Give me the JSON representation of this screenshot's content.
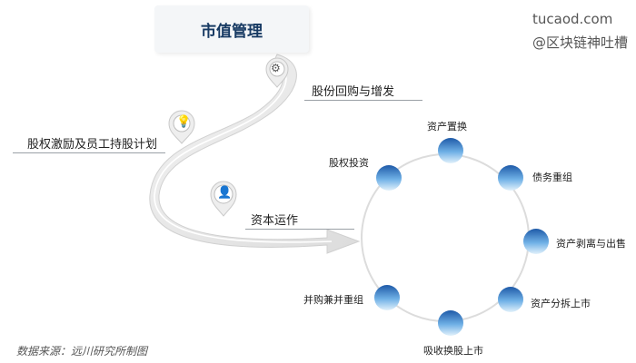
{
  "header": {
    "title": "市值管理"
  },
  "watermark": {
    "site": "tucaod.com",
    "handle": "@区块链神吐槽"
  },
  "strategies": {
    "buyback": "股份回购与增发",
    "incentive": "股权激励及员工持股计划",
    "capital": "资本运作"
  },
  "ring": {
    "nodes": [
      "资产置换",
      "债务重组",
      "资产剥离与出售",
      "资产分拆上市",
      "吸收换股上市",
      "并购兼并重组",
      "股权投资"
    ]
  },
  "source": "数据来源：远川研究所制图",
  "icons": [
    "gear-icon",
    "lightbulb-icon",
    "user-add-icon"
  ],
  "colors": {
    "title": "#173a63",
    "node_top": "#1e5aa8",
    "node_bottom": "#d9ecfa"
  }
}
